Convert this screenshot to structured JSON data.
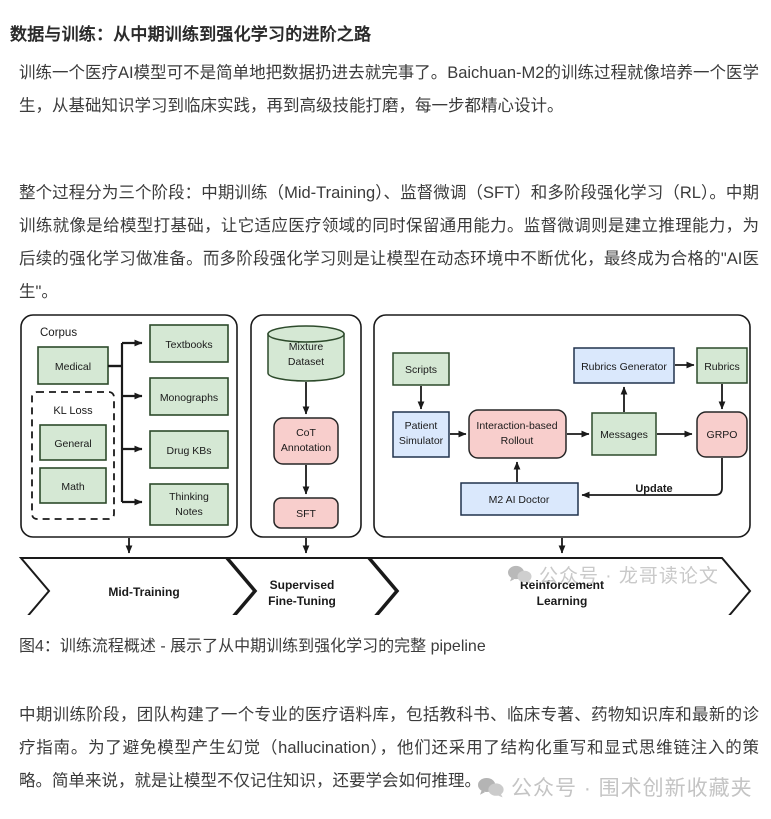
{
  "article": {
    "section_title": "数据与训练：从中期训练到强化学习的进阶之路",
    "paragraph_1": "训练一个医疗AI模型可不是简单地把数据扔进去就完事了。Baichuan-M2的训练过程就像培养一个医学生，从基础知识学习到临床实践，再到高级技能打磨，每一步都精心设计。",
    "paragraph_2": "整个过程分为三个阶段：中期训练（Mid-Training）、监督微调（SFT）和多阶段强化学习（RL）。中期训练就像是给模型打基础，让它适应医疗领域的同时保留通用能力。监督微调则是建立推理能力，为后续的强化学习做准备。而多阶段强化学习则是让模型在动态环境中不断优化，最终成为合格的\"AI医生\"。",
    "figure_caption": "图4：训练流程概述 - 展示了从中期训练到强化学习的完整 pipeline",
    "paragraph_4": "中期训练阶段，团队构建了一个专业的医疗语料库，包括教科书、临床专著、药物知识库和最新的诊疗指南。为了避免模型产生幻觉（hallucination），他们还采用了结构化重写和显式思维链注入的策略。简单来说，就是让模型不仅记住知识，还要学会如何推理。"
  },
  "diagram": {
    "panel_midtraining": {
      "title": "Corpus",
      "sources": [
        {
          "label": "Medical",
          "color": "#d5e8d4"
        },
        {
          "label": "General",
          "color": "#d5e8d4"
        },
        {
          "label": "Math",
          "color": "#d5e8d4"
        }
      ],
      "kl_group_label": "KL Loss",
      "outputs": [
        {
          "label": "Textbooks",
          "color": "#d5e8d4"
        },
        {
          "label": "Monographs",
          "color": "#d5e8d4"
        },
        {
          "label": "Drug KBs",
          "color": "#d5e8d4"
        },
        {
          "label": "Thinking Notes",
          "color": "#d5e8d4"
        }
      ]
    },
    "panel_sft": {
      "nodes": [
        {
          "label": "Mixture Dataset",
          "shape": "cylinder",
          "color": "#d5e8d4"
        },
        {
          "label": "CoT Annotation",
          "shape": "rounded",
          "color": "#f8cecc"
        },
        {
          "label": "SFT",
          "shape": "rounded",
          "color": "#f8cecc"
        }
      ]
    },
    "panel_rl": {
      "nodes": [
        {
          "label": "Scripts",
          "color": "#d5e8d4"
        },
        {
          "label": "Patient Simulator",
          "color": "#dae8fc"
        },
        {
          "label": "Interaction-based Rollout",
          "color": "#f8cecc"
        },
        {
          "label": "Messages",
          "color": "#d5e8d4"
        },
        {
          "label": "Rubrics Generator",
          "color": "#dae8fc"
        },
        {
          "label": "Rubrics",
          "color": "#d5e8d4"
        },
        {
          "label": "GRPO",
          "color": "#f8cecc"
        },
        {
          "label": "M2 AI Doctor",
          "color": "#dae8fc"
        }
      ],
      "edge_labels": [
        "Update"
      ]
    },
    "stages": [
      {
        "label_line1": "Mid-Training",
        "label_line2": ""
      },
      {
        "label_line1": "Supervised",
        "label_line2": "Fine-Tuning"
      },
      {
        "label_line1": "Reinforcement",
        "label_line2": "Learning"
      }
    ]
  },
  "watermarks": {
    "diagram": "公众号 · 龙哥读论文",
    "bottom": "公众号 · 围术创新收藏夹"
  },
  "colors": {
    "green": "#d5e8d4",
    "green_stroke": "#2d4a2b",
    "pink": "#f8cecc",
    "pink_stroke": "#262626",
    "blue": "#dae8fc",
    "blue_stroke": "#20324d",
    "stroke": "#1a1a1a",
    "text": "#333333",
    "watermark": "#c9c9c9"
  }
}
